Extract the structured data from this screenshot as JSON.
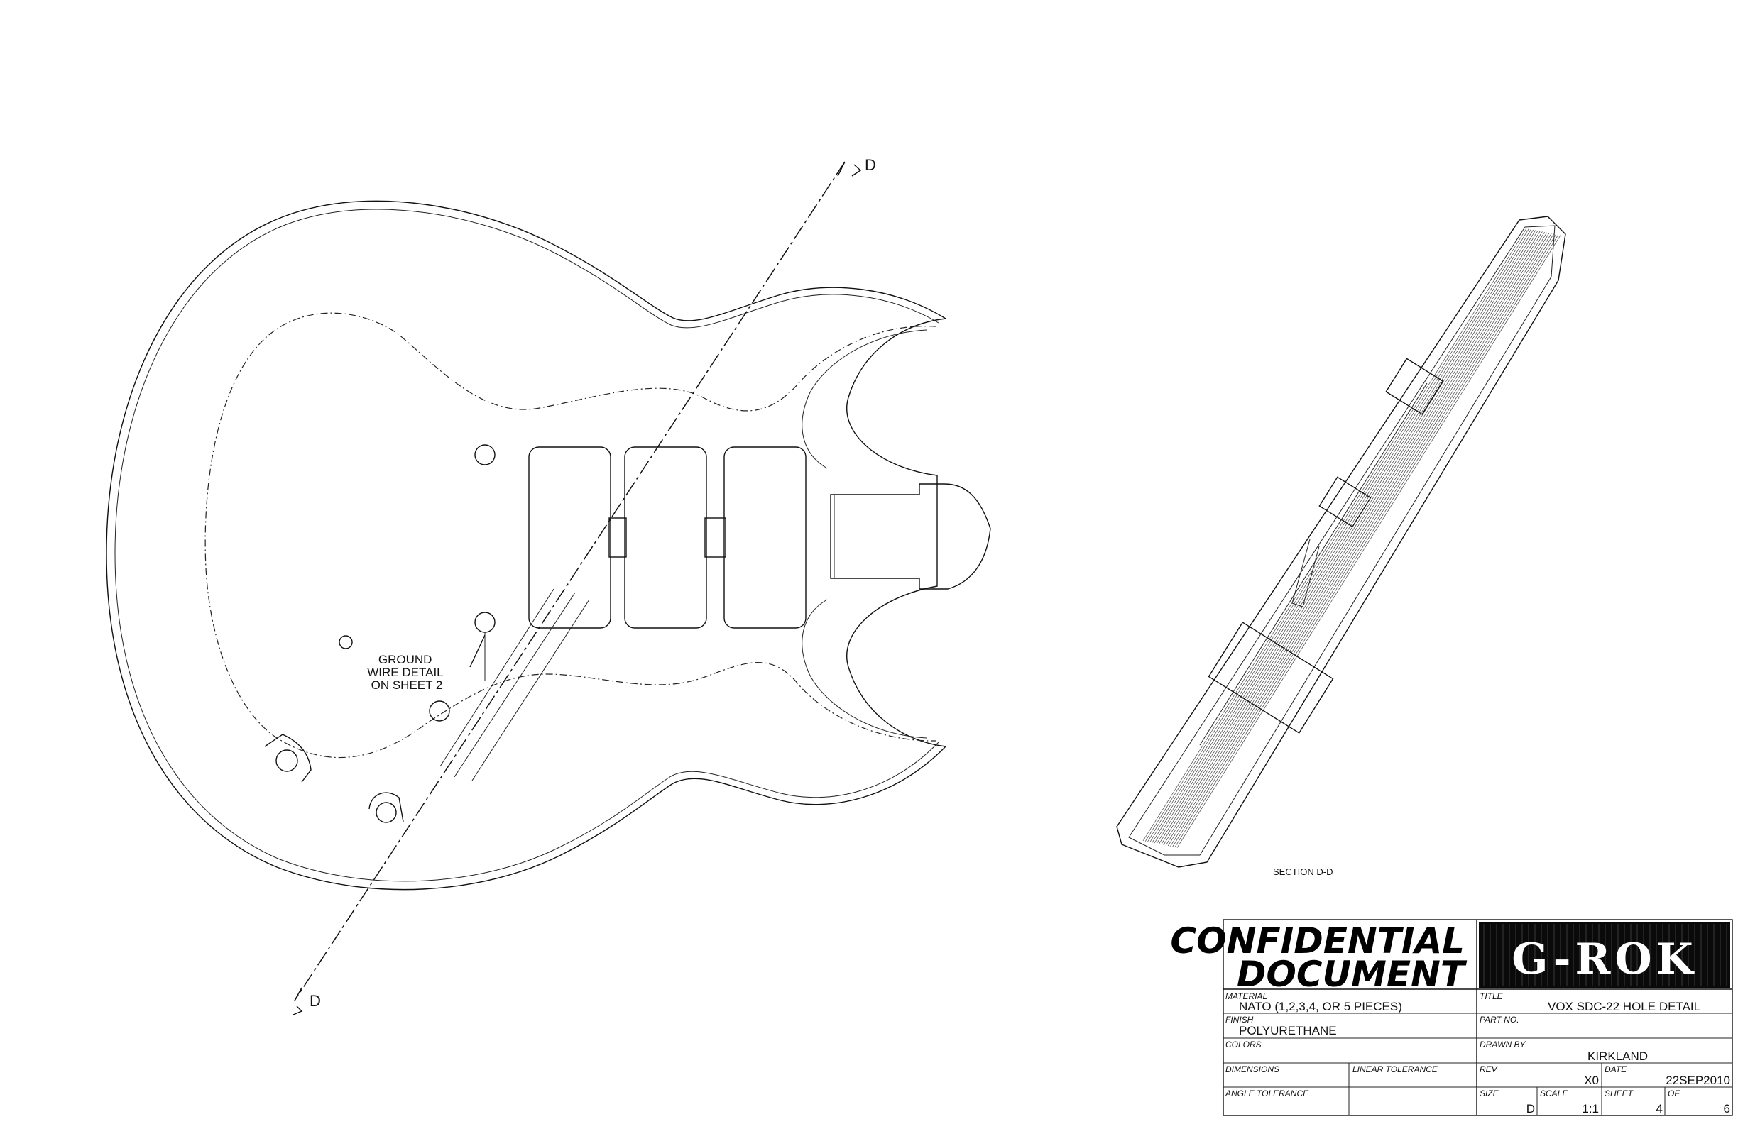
{
  "drawing": {
    "section_mark_top": "D",
    "section_mark_bottom": "D",
    "callout": [
      "GROUND",
      "WIRE DETAIL",
      "ON SHEET 2"
    ],
    "section_label": "SECTION D-D"
  },
  "title_block": {
    "confidential_line1": "CONFIDENTIAL",
    "confidential_line2": "DOCUMENT",
    "logo_text": "G-ROK",
    "material_label": "MATERIAL",
    "material_value": "NATO (1,2,3,4, OR 5 PIECES)",
    "title_label": "TITLE",
    "title_value": "VOX SDC-22 HOLE DETAIL",
    "finish_label": "FINISH",
    "finish_value": "POLYURETHANE",
    "part_no_label": "PART NO.",
    "part_no_value": "",
    "colors_label": "COLORS",
    "drawn_by_label": "DRAWN BY",
    "drawn_by_value": "KIRKLAND",
    "dimensions_label": "DIMENSIONS",
    "linear_tolerance_label": "LINEAR TOLERANCE",
    "rev_label": "REV",
    "rev_value": "X0",
    "date_label": "DATE",
    "date_value": "22SEP2010",
    "angle_tolerance_label": "ANGLE TOLERANCE",
    "size_label": "SIZE",
    "size_value": "D",
    "scale_label": "SCALE",
    "scale_value": "1:1",
    "sheet_label": "SHEET",
    "sheet_value": "4",
    "of_label": "OF",
    "of_value": "6"
  }
}
